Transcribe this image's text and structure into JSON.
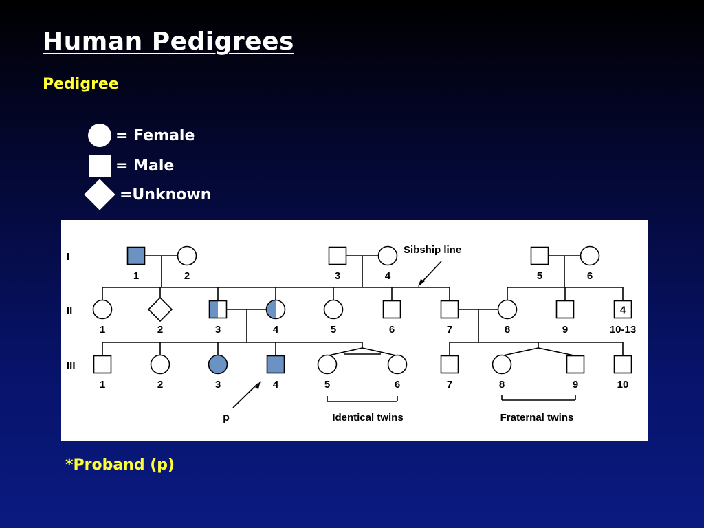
{
  "slide": {
    "title": "Human Pedigrees",
    "subtitle": "Pedigree",
    "footnote": "*Proband (p)"
  },
  "legend": [
    {
      "icon": "circle-icon",
      "label": "= Female"
    },
    {
      "icon": "square-icon",
      "label": "= Male"
    },
    {
      "icon": "diamond-icon",
      "label": "=Unknown"
    }
  ],
  "diagram": {
    "fill_color": "#6a93c3",
    "generations": [
      "I",
      "II",
      "III"
    ],
    "individuals": {
      "I1": {
        "label": "1",
        "sex": "male",
        "affected": "full"
      },
      "I2": {
        "label": "2",
        "sex": "female",
        "affected": "none"
      },
      "I3": {
        "label": "3",
        "sex": "male",
        "affected": "none"
      },
      "I4": {
        "label": "4",
        "sex": "female",
        "affected": "none"
      },
      "I5": {
        "label": "5",
        "sex": "male",
        "affected": "none"
      },
      "I6": {
        "label": "6",
        "sex": "female",
        "affected": "none"
      },
      "II1": {
        "label": "1",
        "sex": "female",
        "affected": "none"
      },
      "II2": {
        "label": "2",
        "sex": "unknown",
        "affected": "none"
      },
      "II3": {
        "label": "3",
        "sex": "male",
        "affected": "half"
      },
      "II4": {
        "label": "4",
        "sex": "female",
        "affected": "half"
      },
      "II5": {
        "label": "5",
        "sex": "female",
        "affected": "none"
      },
      "II6": {
        "label": "6",
        "sex": "male",
        "affected": "none"
      },
      "II7": {
        "label": "7",
        "sex": "male",
        "affected": "none"
      },
      "II8": {
        "label": "8",
        "sex": "female",
        "affected": "none"
      },
      "II9": {
        "label": "9",
        "sex": "male",
        "affected": "none"
      },
      "II10": {
        "label": "10-13",
        "sex": "male",
        "affected": "none",
        "count": "4"
      },
      "III1": {
        "label": "1",
        "sex": "male",
        "affected": "none"
      },
      "III2": {
        "label": "2",
        "sex": "female",
        "affected": "none"
      },
      "III3": {
        "label": "3",
        "sex": "female",
        "affected": "full"
      },
      "III4": {
        "label": "4",
        "sex": "male",
        "affected": "full"
      },
      "III5": {
        "label": "5",
        "sex": "female",
        "affected": "none"
      },
      "III6": {
        "label": "6",
        "sex": "female",
        "affected": "none"
      },
      "III7": {
        "label": "7",
        "sex": "male",
        "affected": "none"
      },
      "III8": {
        "label": "8",
        "sex": "female",
        "affected": "none"
      },
      "III9": {
        "label": "9",
        "sex": "male",
        "affected": "none"
      },
      "III10": {
        "label": "10",
        "sex": "male",
        "affected": "none"
      }
    },
    "annotations": {
      "sibship_line": "Sibship line",
      "proband_marker": "p",
      "identical_twins": "Identical twins",
      "fraternal_twins": "Fraternal twins"
    }
  }
}
